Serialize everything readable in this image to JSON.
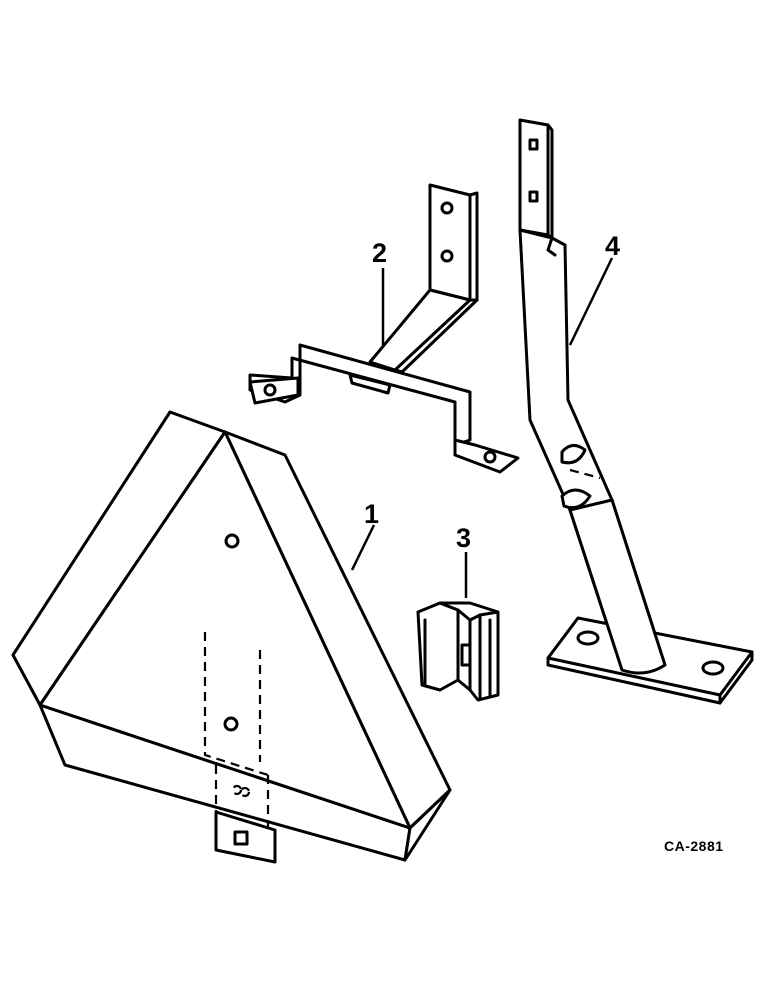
{
  "callouts": {
    "part1": "1",
    "part2": "2",
    "part3": "3",
    "part4": "4"
  },
  "figure_code": "CA-2881"
}
